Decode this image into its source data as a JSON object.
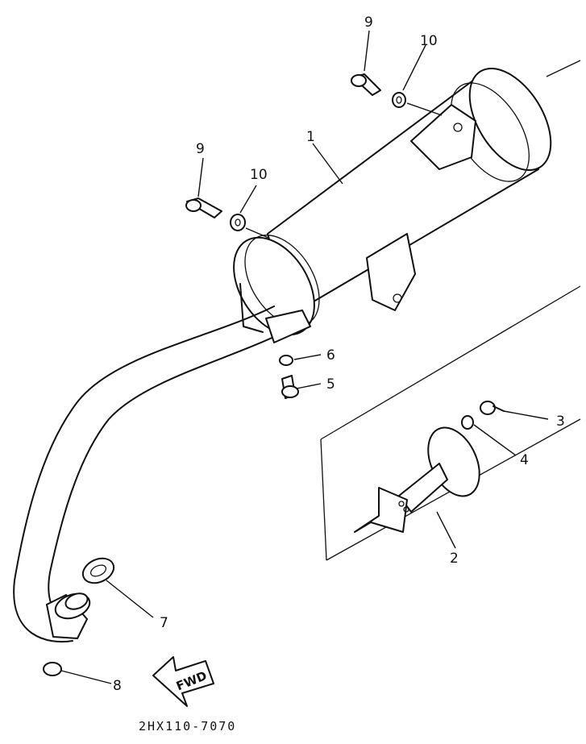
{
  "diagram": {
    "drawing_code": "2HX110-7070",
    "direction_label": "FWD",
    "callouts": {
      "muffler": "1",
      "spark_arrester": "2",
      "screw_3": "3",
      "washer_4": "4",
      "bolt_5": "5",
      "washer_6": "6",
      "gasket_7": "7",
      "nut_8": "8",
      "bolt_9_upper": "9",
      "bolt_9_lower": "9",
      "washer_10_upper": "10",
      "washer_10_lower": "10"
    }
  }
}
